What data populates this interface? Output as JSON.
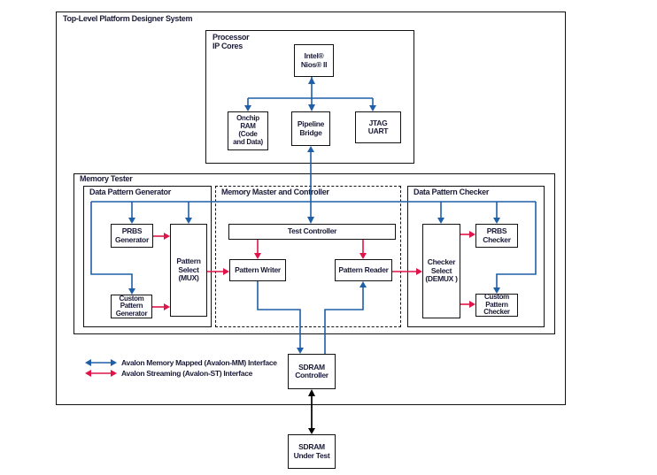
{
  "title": "Top-Level Platform Designer System",
  "colors": {
    "mm": "#1f5fa8",
    "st": "#e01448",
    "ink": "#1b1b38",
    "border": "#121212"
  },
  "processor": {
    "label": "Processor\nIP Cores",
    "nodes": {
      "nios": "Intel®\nNios® II",
      "onchip_ram": "Onchip\nRAM\n(Code\nand Data)",
      "pipeline_bridge": "Pipeline\nBridge",
      "jtag_uart": "JTAG\nUART"
    }
  },
  "memory_tester": {
    "label": "Memory Tester",
    "data_pattern_generator": {
      "label": "Data Pattern Generator",
      "nodes": {
        "prbs_generator": "PRBS\nGenerator",
        "pattern_select": "Pattern\nSelect\n(MUX)",
        "custom_pattern_generator": "Custom\nPattern\nGenerator"
      }
    },
    "memory_master": {
      "label": "Memory Master and Controller",
      "nodes": {
        "test_controller": "Test Controller",
        "pattern_writer": "Pattern Writer",
        "pattern_reader": "Pattern Reader"
      }
    },
    "data_pattern_checker": {
      "label": "Data Pattern Checker",
      "nodes": {
        "checker_select": "Checker\nSelect\n(DEMUX )",
        "prbs_checker": "PRBS\nChecker",
        "custom_pattern_checker": "Custom\nPattern\nChecker"
      }
    }
  },
  "sdram_controller": "SDRAM\nController",
  "sdram_under_test": "SDRAM\nUnder Test",
  "legend": {
    "avalon_mm": "Avalon Memory Mapped (Avalon-MM) Interface",
    "avalon_st": "Avalon Streaming (Avalon-ST) Interface"
  }
}
